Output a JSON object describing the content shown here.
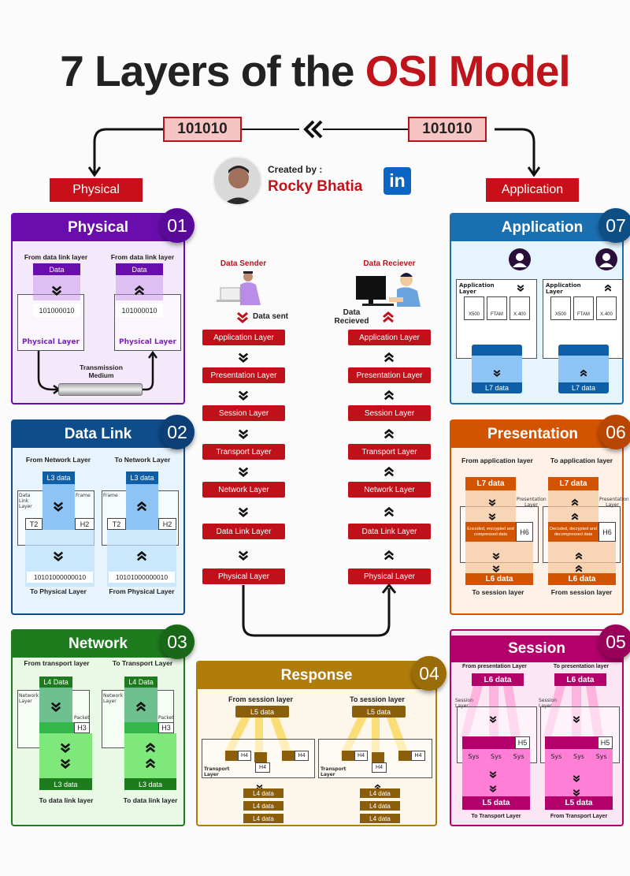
{
  "title": {
    "part1": "7 Layers of the ",
    "part2": "OSI Model"
  },
  "binary": {
    "left": "101010",
    "right": "101010"
  },
  "endpoints": {
    "left": "Physical",
    "right": "Application"
  },
  "author": {
    "created_by": "Created by :",
    "name": "Rocky Bhatia",
    "social_icon": "linkedin-icon"
  },
  "colors": {
    "accent": "#c0141c",
    "physical": "#6a0dad",
    "data_link": "#0f4c8a",
    "network": "#1e7b1e",
    "response": "#b07d0b",
    "session": "#b3006b",
    "presentation": "#d35400",
    "application": "#1a6fb0"
  },
  "flow": {
    "sender": "Data Sender",
    "receiver": "Data Reciever",
    "sent": "Data sent",
    "received": "Data Recieved",
    "layers": [
      "Application Layer",
      "Presentation Layer",
      "Session Layer",
      "Transport Layer",
      "Network Layer",
      "Data Link Layer",
      "Physical Layer"
    ]
  },
  "panels": {
    "physical": {
      "title": "Physical",
      "number": "01",
      "left": {
        "caption": "From data link layer",
        "data": "Data",
        "bits": "101000010",
        "layer": "Physical Layer"
      },
      "right": {
        "caption": "From data link layer",
        "data": "Data",
        "bits": "101000010",
        "layer": "Physical Layer"
      },
      "medium": "Transmission Medium"
    },
    "data_link": {
      "title": "Data Link",
      "number": "02",
      "left": {
        "caption": "From Network Layer",
        "data": "L3 data",
        "layer_label": "Data Link Layer",
        "frame": "Frame",
        "trailer": "T2",
        "header": "H2",
        "bits": "10101000000010",
        "bottom": "To Physical Layer"
      },
      "right": {
        "caption": "To Network Layer",
        "data": "L3 data",
        "frame": "Frame",
        "trailer": "T2",
        "header": "H2",
        "bits": "10101000000010",
        "bottom": "From Physical Layer"
      }
    },
    "network": {
      "title": "Network",
      "number": "03",
      "left": {
        "caption": "From transport layer",
        "data": "L4 Data",
        "layer_label": "Network Layer",
        "packet": "Packet",
        "header": "H3",
        "out": "L3 data",
        "bottom": "To data link layer"
      },
      "right": {
        "caption": "To Transport Layer",
        "data": "L4 Data",
        "layer_label": "Network Layer",
        "packet": "Packet",
        "header": "H3",
        "out": "L3 data",
        "bottom": "To data link layer"
      }
    },
    "response": {
      "title": "Response",
      "number": "04",
      "left": {
        "caption": "From session layer",
        "data": "L5 data",
        "header": "H4",
        "layer_label": "Transport Layer",
        "segments": [
          "L4 data",
          "L4 data",
          "L4 data"
        ]
      },
      "right": {
        "caption": "To session layer",
        "data": "L5 data",
        "header": "H4",
        "layer_label": "Transport Layer",
        "segments": [
          "L4 data",
          "L4 data",
          "L4 data"
        ]
      }
    },
    "session": {
      "title": "Session",
      "number": "05",
      "left": {
        "caption": "From presentation Layer",
        "data": "L6 data",
        "layer_label": "Session Layer",
        "header": "H5",
        "sys": [
          "Sys",
          "Sys",
          "Sys"
        ],
        "out": "L5 data",
        "bottom": "To Transport Layer"
      },
      "right": {
        "caption": "To presentation layer",
        "data": "L6 data",
        "layer_label": "Session Layer",
        "header": "H5",
        "sys": [
          "Sys",
          "Sys",
          "Sys"
        ],
        "out": "L5 data",
        "bottom": "From Transport Layer"
      }
    },
    "presentation": {
      "title": "Presentation",
      "number": "06",
      "left": {
        "caption": "From application layer",
        "data": "L7 data",
        "layer_label": "Presentation Layer",
        "process": "Encoded, encrypted and compressed data",
        "header": "H6",
        "out": "L6 data",
        "bottom": "To session layer"
      },
      "right": {
        "caption": "To application layer",
        "data": "L7 data",
        "layer_label": "Presentation Layer",
        "process": "Decoded, decrypted and decompressed data",
        "header": "H6",
        "out": "L6 data",
        "bottom": "From session layer"
      }
    },
    "application": {
      "title": "Application",
      "number": "07",
      "left": {
        "layer_label": "Application Layer",
        "protocols": [
          "X500",
          "FTAM",
          "X.400"
        ],
        "out": "L7 data"
      },
      "right": {
        "layer_label": "Application Layer",
        "protocols": [
          "X500",
          "FTAM",
          "X.400"
        ],
        "out": "L7 data"
      }
    }
  }
}
